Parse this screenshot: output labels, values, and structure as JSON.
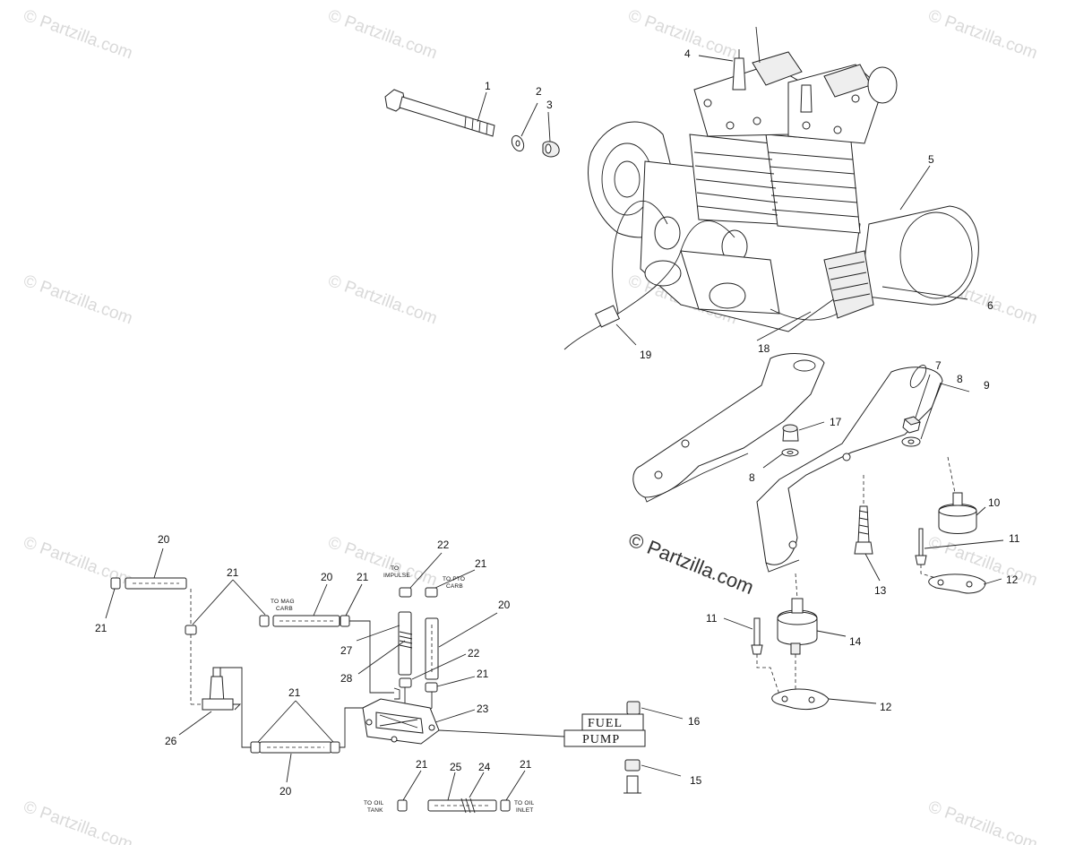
{
  "watermarks": [
    "© Partzilla.com",
    "© Partzilla.com",
    "© Partzilla.com",
    "© Partzilla.com",
    "© Partzilla.com",
    "© Partzilla.com",
    "© Partzilla.com",
    "© Partzilla.com",
    "© Partzilla.com",
    "© Partzilla.com",
    "© Partzilla.com",
    "© Partzilla.com",
    "© Partzilla.com"
  ],
  "watermark_center": "© Partzilla.com",
  "callouts": {
    "c1": "1",
    "c2": "2",
    "c3": "3",
    "c4": "4",
    "c5": "5",
    "c6": "6",
    "c7": "7",
    "c8a": "8",
    "c8b": "8",
    "c9": "9",
    "c10": "10",
    "c11a": "11",
    "c11b": "11",
    "c12a": "12",
    "c12b": "12",
    "c13": "13",
    "c14": "14",
    "c15": "15",
    "c16": "16",
    "c17": "17",
    "c18": "18",
    "c19": "19",
    "c20a": "20",
    "c20b": "20",
    "c20c": "20",
    "c20d": "20",
    "c21a": "21",
    "c21b": "21",
    "c21c": "21",
    "c21d": "21",
    "c21e": "21",
    "c21f": "21",
    "c21g": "21",
    "c22a": "22",
    "c22b": "22",
    "c23": "23",
    "c24": "24",
    "c25": "25",
    "c26": "26",
    "c27": "27",
    "c28": "28"
  },
  "hose_labels": {
    "mag_carb_1": "TO MAG",
    "mag_carb_2": "CARB",
    "impulse_1": "TO",
    "impulse_2": "IMPULSE",
    "pto_carb_1": "TO PTO",
    "pto_carb_2": "CARB",
    "oil_tank_1": "TO OIL",
    "oil_tank_2": "TANK",
    "oil_inlet_1": "TO OIL",
    "oil_inlet_2": "INLET"
  },
  "fuel_pump_box": {
    "line1": "FUEL",
    "line2": "PUMP"
  }
}
